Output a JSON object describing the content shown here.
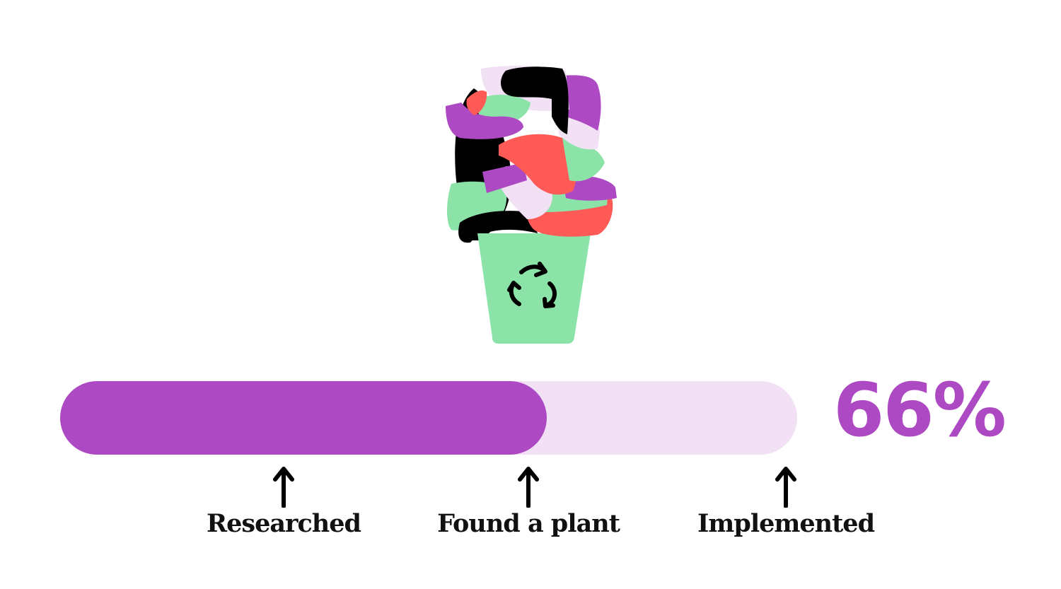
{
  "progress": {
    "value_percent": 66,
    "label": "66%",
    "fill_color": "#ad49c3",
    "track_color": "#f2e0f5"
  },
  "milestones": [
    {
      "label": "Researched",
      "icon": "arrow-up-icon"
    },
    {
      "label": "Found a plant",
      "icon": "arrow-up-icon"
    },
    {
      "label": "Implemented",
      "icon": "arrow-up-icon"
    }
  ],
  "illustration": {
    "name": "overflowing-recycling-bin",
    "icon": "recycle-icon",
    "colors": {
      "green": "#8be3a8",
      "purple": "#ad49c3",
      "red": "#ff5a56",
      "pink": "#f2e0f5",
      "black": "#000000"
    }
  }
}
